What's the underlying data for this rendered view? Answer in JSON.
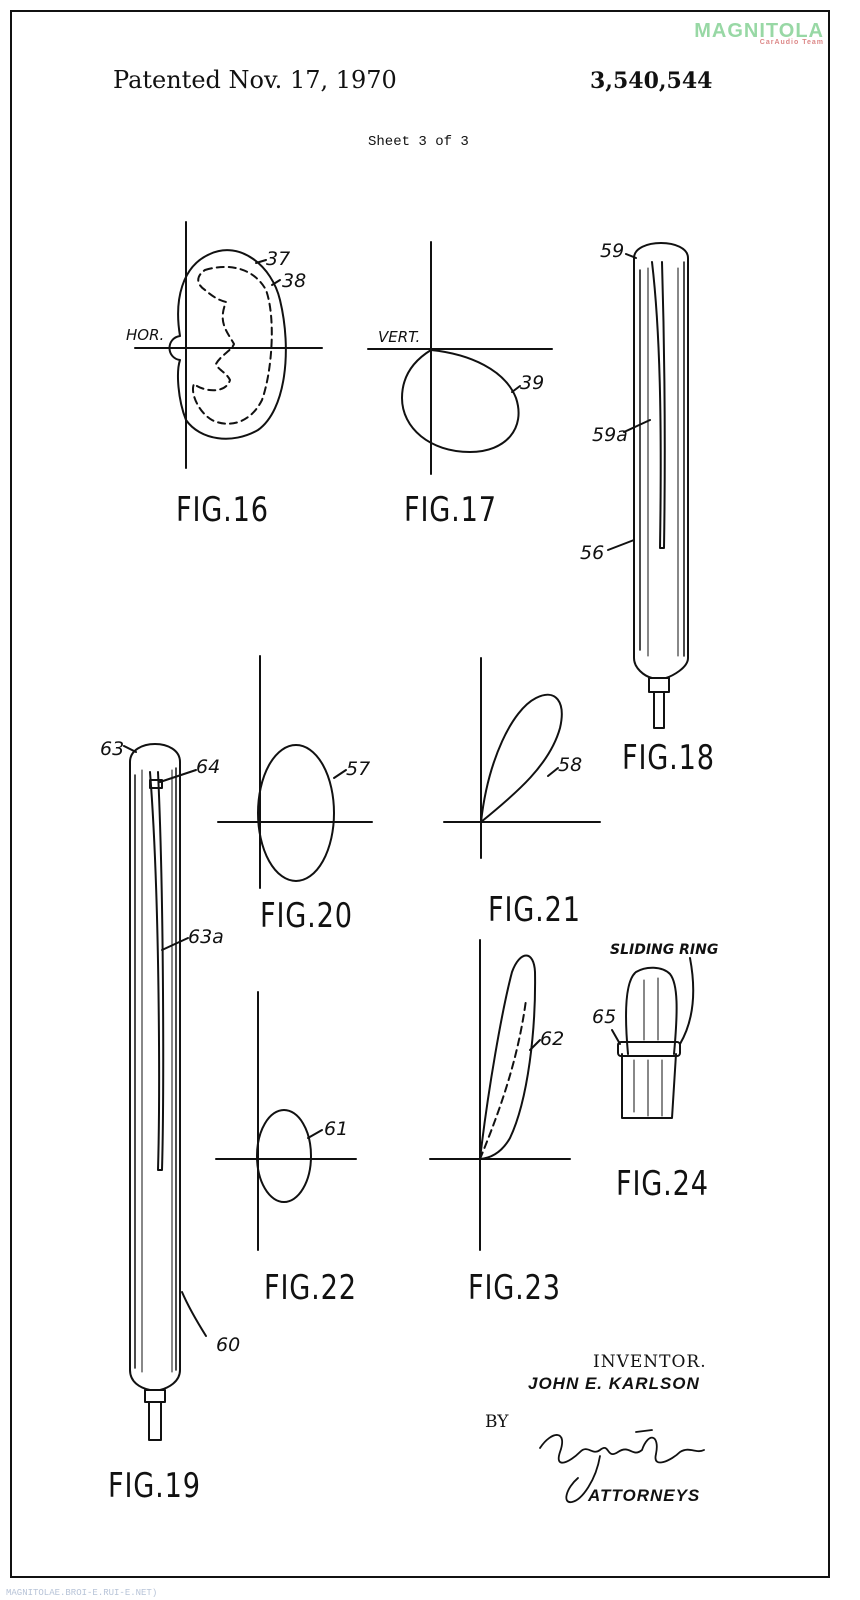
{
  "header": {
    "patented": "Patented  Nov. 17, 1970",
    "patent_number": "3,540,544",
    "sheet": "Sheet  3  of 3"
  },
  "figures": {
    "fig16": {
      "label": "FIG.16",
      "refs": [
        "37",
        "38"
      ],
      "axis_label": "HOR."
    },
    "fig17": {
      "label": "FIG.17",
      "refs": [
        "39"
      ],
      "axis_label": "VERT."
    },
    "fig18": {
      "label": "FIG.18",
      "refs": [
        "59",
        "59a",
        "56"
      ]
    },
    "fig19": {
      "label": "FIG.19",
      "refs": [
        "63",
        "64",
        "63a",
        "60"
      ]
    },
    "fig20": {
      "label": "FIG.20",
      "refs": [
        "57"
      ]
    },
    "fig21": {
      "label": "FIG.21",
      "refs": [
        "58"
      ]
    },
    "fig22": {
      "label": "FIG.22",
      "refs": [
        "61"
      ]
    },
    "fig23": {
      "label": "FIG.23",
      "refs": [
        "62"
      ]
    },
    "fig24": {
      "label": "FIG.24",
      "refs": [
        "65"
      ],
      "annotation": "SLIDING RING"
    }
  },
  "inventor": {
    "title": "INVENTOR.",
    "name": "JOHN E. KARLSON",
    "by": "BY",
    "signature": "Kenyon & Kenyon",
    "attorneys": "ATTORNEYS"
  },
  "watermark": {
    "brand": "MAGNITOLA",
    "sub": "CarAudio Team",
    "footer": "MAGNITOLAE.BROI-E.RUI-E.NET)"
  },
  "colors": {
    "ink": "#111111",
    "paper": "#ffffff",
    "watermark": "#7fcf8f"
  }
}
